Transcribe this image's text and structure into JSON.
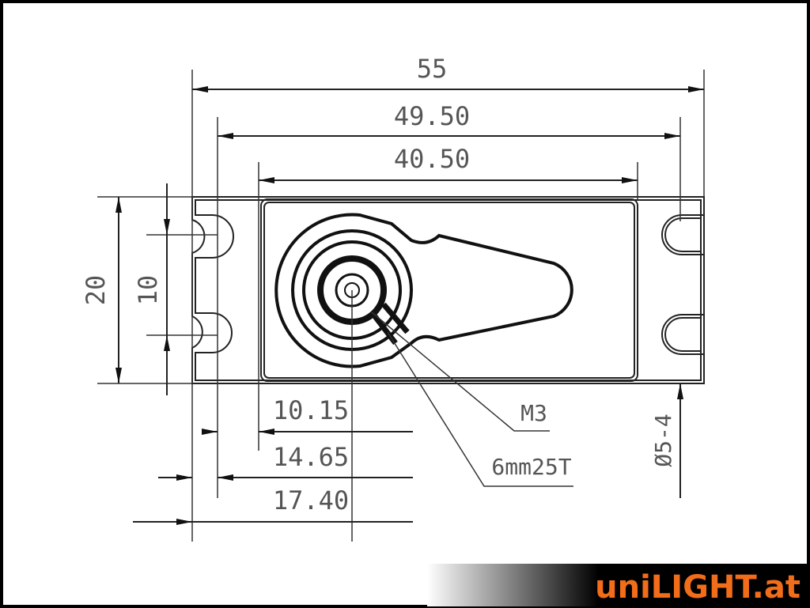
{
  "drawing": {
    "dimensions": {
      "overall_length": "55",
      "mount_hole_spacing": "49.50",
      "case_length": "40.50",
      "height": "20",
      "hole_spacing_vertical": "10",
      "offset_1": "10.15",
      "offset_2": "14.65",
      "offset_3": "17.40"
    },
    "callouts": {
      "screw": "M3",
      "spline": "6mm25T",
      "hole": "Ø5-4"
    }
  },
  "logo": {
    "text": "uniLIGHT.at",
    "color": "#f26d1a"
  },
  "colors": {
    "frame": "#000000",
    "lines": "#222222",
    "dimension_text": "#555555"
  }
}
